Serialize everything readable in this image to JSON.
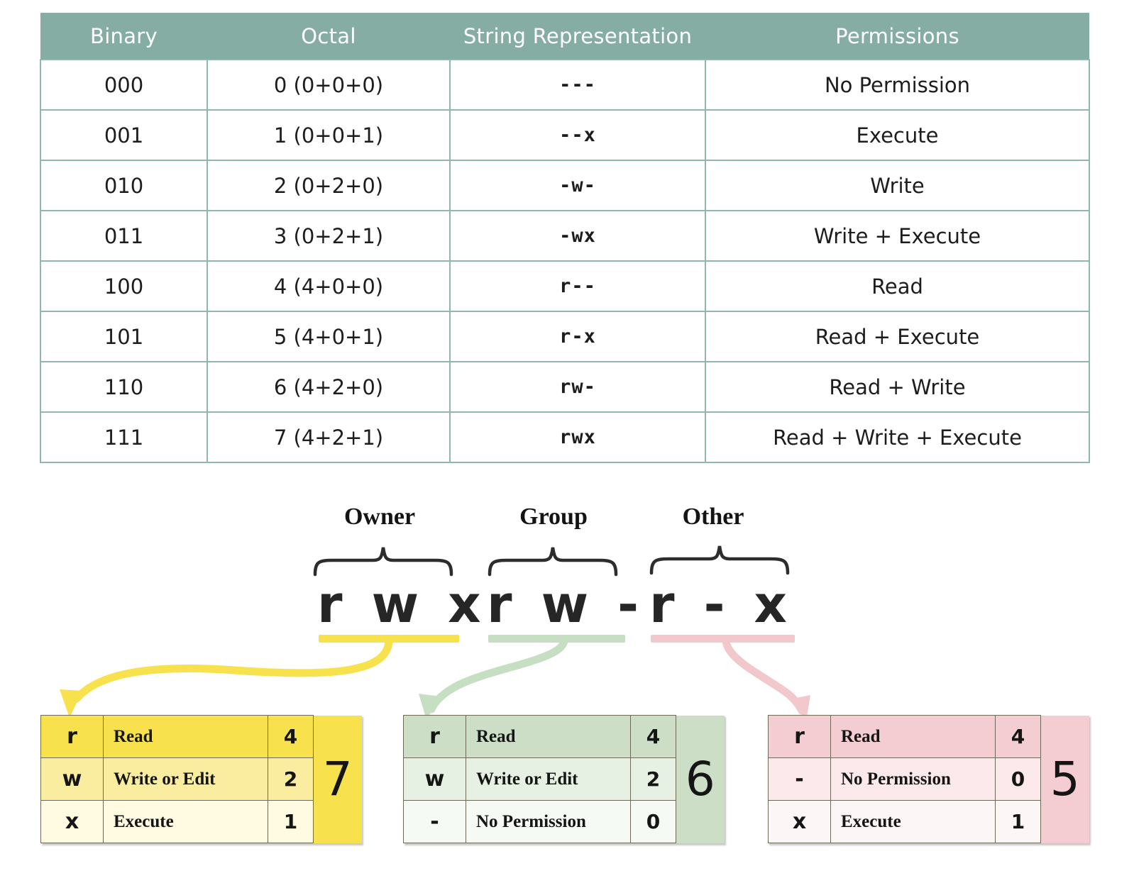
{
  "table": {
    "headers": [
      "Binary",
      "Octal",
      "String Representation",
      "Permissions"
    ],
    "header_bg": "#85ada4",
    "border_color": "#8fb7ad",
    "rows": [
      {
        "binary": "000",
        "octal": "0 (0+0+0)",
        "string": "---",
        "permissions": "No Permission"
      },
      {
        "binary": "001",
        "octal": "1 (0+0+1)",
        "string": "--x",
        "permissions": "Execute"
      },
      {
        "binary": "010",
        "octal": "2 (0+2+0)",
        "string": "-w-",
        "permissions": "Write"
      },
      {
        "binary": "011",
        "octal": "3 (0+2+1)",
        "string": "-wx",
        "permissions": "Write + Execute"
      },
      {
        "binary": "100",
        "octal": "4 (4+0+0)",
        "string": "r--",
        "permissions": "Read"
      },
      {
        "binary": "101",
        "octal": "5 (4+0+1)",
        "string": "r-x",
        "permissions": "Read + Execute"
      },
      {
        "binary": "110",
        "octal": "6 (4+2+0)",
        "string": "rw-",
        "permissions": "Read + Write"
      },
      {
        "binary": "111",
        "octal": "7 (4+2+1)",
        "string": "rwx",
        "permissions": "Read + Write + Execute"
      }
    ]
  },
  "diagram": {
    "groups": [
      {
        "label": "Owner",
        "chars": "r w x",
        "color": "#f7e24e"
      },
      {
        "label": "Group",
        "chars": "r w -",
        "color": "#c6dfc2"
      },
      {
        "label": "Other",
        "chars": "r - x",
        "color": "#f2c8cd"
      }
    ]
  },
  "detail_boxes": [
    {
      "name": "owner",
      "total": "7",
      "accent": "#f7e24e",
      "rows": [
        {
          "letter": "r",
          "desc": "Read",
          "value": "4"
        },
        {
          "letter": "w",
          "desc": "Write or Edit",
          "value": "2"
        },
        {
          "letter": "x",
          "desc": "Execute",
          "value": "1"
        }
      ]
    },
    {
      "name": "group",
      "total": "6",
      "accent": "#c6dfc2",
      "rows": [
        {
          "letter": "r",
          "desc": "Read",
          "value": "4"
        },
        {
          "letter": "w",
          "desc": "Write or Edit",
          "value": "2"
        },
        {
          "letter": "-",
          "desc": "No Permission",
          "value": "0"
        }
      ]
    },
    {
      "name": "other",
      "total": "5",
      "accent": "#f2c8cd",
      "rows": [
        {
          "letter": "r",
          "desc": "Read",
          "value": "4"
        },
        {
          "letter": "-",
          "desc": "No Permission",
          "value": "0"
        },
        {
          "letter": "x",
          "desc": "Execute",
          "value": "1"
        }
      ]
    }
  ]
}
